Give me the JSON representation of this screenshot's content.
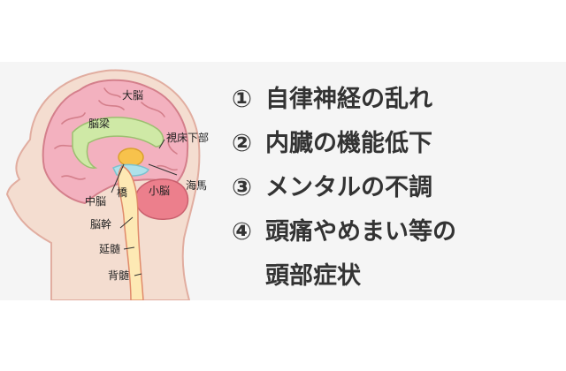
{
  "diagram": {
    "labels": {
      "cerebrum": "大脳",
      "corpus_callosum": "脳梁",
      "hypothalamus": "視床下部",
      "hippocampus": "海馬",
      "midbrain": "中脳",
      "pons": "橋",
      "cerebellum": "小脳",
      "brainstem": "脳幹",
      "medulla": "延髄",
      "spinal_cord": "背髄"
    },
    "colors": {
      "skin": "#f4ddd0",
      "skin_outline": "#e1ada0",
      "cerebrum": "#f3b1bf",
      "cerebrum_outline": "#d47f8b",
      "corpus_callosum": "#cfe9a6",
      "hypothalamus": "#f7c24c",
      "hippocampus": "#aee1ea",
      "brainstem": "#fde9b4",
      "cerebellum": "#ec7f8c"
    }
  },
  "list": [
    {
      "marker": "①",
      "text": "自律神経の乱れ"
    },
    {
      "marker": "②",
      "text": "内臓の機能低下"
    },
    {
      "marker": "③",
      "text": "メンタルの不調"
    },
    {
      "marker": "④",
      "text": "頭痛やめまい等の"
    }
  ],
  "list_continuation": "頭部症状"
}
